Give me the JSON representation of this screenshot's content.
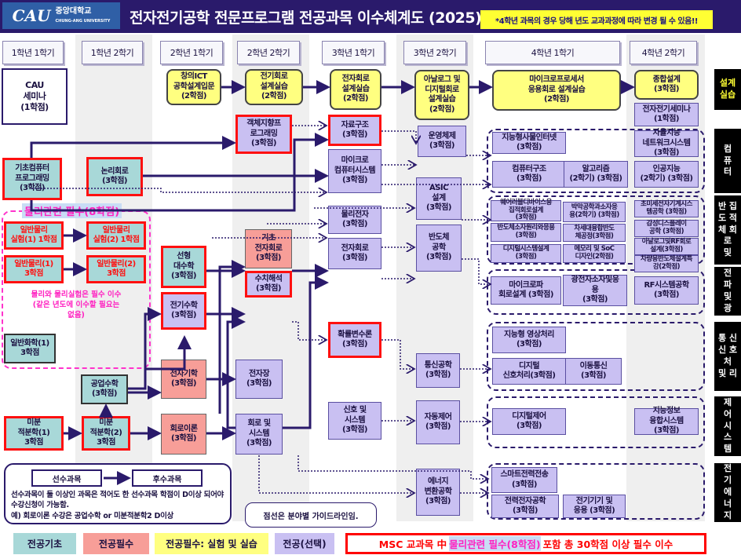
{
  "header": {
    "logo_mark": "CAU",
    "logo_name": "중앙대학교",
    "logo_sub": "CHUNG-ANG UNIVERSITY",
    "title": "전자전기공학 전문프로그램 전공과목 이수체계도 (2025)",
    "notice": "*4학년 과목의 경우 당해 년도 교과과정에 따라 변경 될 수 있음!!"
  },
  "semesters": [
    "1학년 1학기",
    "1학년 2학기",
    "2학년 1학기",
    "2학년 2학기",
    "3학년 1학기",
    "3학년 2학기",
    "4학년 1학기",
    "4학년 2학기"
  ],
  "courses": {
    "cau_seminar": {
      "text": "CAU\n세미나\n(1학점)",
      "type": "seminar"
    },
    "ict_design": {
      "text": "창의ICT\n공학설계입문\n(2학점)",
      "type": "lab"
    },
    "circuit_lab": {
      "text": "전기회로\n설계실습\n(2학점)",
      "type": "lab"
    },
    "electronic_lab": {
      "text": "전자회로\n설계실습\n(2학점)",
      "type": "lab"
    },
    "analog_digital_lab": {
      "text": "아날로그 및\n디지털회로\n설계실습\n(2학점)",
      "type": "lab"
    },
    "microprocessor_lab": {
      "text": "마이크로프로세서\n응용회로 설계실습\n(2학점)",
      "type": "lab"
    },
    "capstone": {
      "text": "종합설계\n(3학점)",
      "type": "lab"
    },
    "ee_seminar": {
      "text": "전자전기세미나\n(1학점)",
      "type": "elective"
    },
    "oop": {
      "text": "객체지향프\n로그래밍\n(3학점)",
      "type": "elective",
      "red": true
    },
    "data_structure": {
      "text": "자료구조\n(3학점)",
      "type": "elective",
      "red": true
    },
    "os": {
      "text": "운영체제\n(3학점)",
      "type": "elective"
    },
    "microcomputer": {
      "text": "마이크로\n컴퓨터시스템\n(3학점)",
      "type": "elective"
    },
    "basic_programming": {
      "text": "기초컴퓨터\n프로그래밍\n(3학점)",
      "type": "basic",
      "red": true
    },
    "logic_circuit": {
      "text": "논리회로\n(3학점)",
      "type": "basic",
      "red": true
    },
    "asic": {
      "text": "ASIC\n설계\n(3학점)",
      "type": "elective"
    },
    "physical_electronics": {
      "text": "물리전자\n(3학점)",
      "type": "elective"
    },
    "semiconductor": {
      "text": "반도체\n공학\n(3학점)",
      "type": "elective"
    },
    "electronic_circuit": {
      "text": "전자회로\n(3학점)",
      "type": "elective"
    },
    "basic_electronic_circuit": {
      "text": "기초\n전자회로\n(3학점)",
      "type": "required"
    },
    "numerical_analysis": {
      "text": "수치해석\n(3학점)",
      "type": "elective",
      "red": true
    },
    "linear_algebra": {
      "text": "선형\n대수학\n(3학점)",
      "type": "basic",
      "red": true
    },
    "electrical_math": {
      "text": "전기수학\n(3학점)",
      "type": "elective",
      "red": true
    },
    "physics_lab1": {
      "text": "일반물리\n실험(1) 1학점",
      "type": "basic",
      "red": true,
      "pink": true
    },
    "physics_lab2": {
      "text": "일반물리\n실험(2) 1학점",
      "type": "basic",
      "red": true,
      "pink": true
    },
    "physics1": {
      "text": "일반물리(1)\n3학점",
      "type": "basic",
      "red": true,
      "pink": true
    },
    "physics2": {
      "text": "일반물리(2)\n3학점",
      "type": "basic",
      "red": true,
      "pink": true
    },
    "chemistry1": {
      "text": "일반화학(1)\n3학점",
      "type": "basic"
    },
    "engineering_math": {
      "text": "공업수학\n(3학점)",
      "type": "basic"
    },
    "calculus1": {
      "text": "미분\n적분학(1)\n3학점",
      "type": "basic",
      "red": true
    },
    "calculus2": {
      "text": "미분\n적분학(2)\n3학점",
      "type": "basic",
      "red": true
    },
    "electromagnetics": {
      "text": "전자기학\n(3학점)",
      "type": "required"
    },
    "circuit_theory": {
      "text": "회로이론\n(3학점)",
      "type": "required"
    },
    "em_fields": {
      "text": "전자장\n(3학점)",
      "type": "elective"
    },
    "circuits_systems": {
      "text": "회로 및\n시스템\n(3학점)",
      "type": "elective"
    },
    "probability": {
      "text": "확률변수론\n(3학점)",
      "type": "elective",
      "red": true
    },
    "signals_systems": {
      "text": "신호 및\n시스템\n(3학점)",
      "type": "elective"
    },
    "communication": {
      "text": "통신공학\n(3학점)",
      "type": "elective"
    },
    "automatic_control": {
      "text": "자동제어\n(3학점)",
      "type": "elective"
    },
    "energy_conversion": {
      "text": "에너지\n변환공학\n(3학점)",
      "type": "elective"
    },
    "iot": {
      "text": "지능형사물인터넷\n(3학점)",
      "type": "elective"
    },
    "autonomous_network": {
      "text": "자율지능\n네트워크시스템\n(3학점)",
      "type": "elective"
    },
    "computer_architecture": {
      "text": "컴퓨터구조\n(3학점)",
      "type": "elective"
    },
    "algorithm": {
      "text": "알고리즘\n(2학기) (3학점)",
      "type": "elective"
    },
    "ai": {
      "text": "인공지능\n(2학기) (3학점)",
      "type": "elective"
    },
    "wearable_ic": {
      "text": "웨어러블디바이스용\n집적회로설계\n(3학점)",
      "type": "elective",
      "small": true
    },
    "thin_film": {
      "text": "박막공학과소자응\n용(2학기) (3학점)",
      "type": "elective",
      "small": true
    },
    "nano_mems": {
      "text": "초미세전자기계시스\n템공학 (3학점)",
      "type": "elective",
      "small": true
    },
    "semiconductor_device": {
      "text": "반도체소자원리와응용\n(3학점)",
      "type": "elective",
      "small": true
    },
    "next_gen_process": {
      "text": "차세대융합반도\n체공정(3학점)",
      "type": "elective",
      "small": true
    },
    "display": {
      "text": "감성디스플레이\n공학 (3학점)",
      "type": "elective",
      "small": true
    },
    "digital_system_design": {
      "text": "디지털시스템설계\n(3학점)",
      "type": "elective",
      "small": true
    },
    "memory_soc": {
      "text": "메모리 및 SoC\n디자인(2학점)",
      "type": "elective",
      "small": true
    },
    "analog_rf": {
      "text": "아날로그및RF회로\n설계(3학점)",
      "type": "elective",
      "small": true
    },
    "automotive_semi": {
      "text": "차량용반도체설계특\n강(2학점)",
      "type": "elective",
      "small": true
    },
    "microwave": {
      "text": "마이크로파\n회로설계 (3학점)",
      "type": "elective"
    },
    "optoelectronics": {
      "text": "광전자소자및응\n용\n(3학점)",
      "type": "elective"
    },
    "rf_system": {
      "text": "RF시스템공학\n(3학점)",
      "type": "elective"
    },
    "image_processing": {
      "text": "지능형 영상처리\n(3학점)",
      "type": "elective"
    },
    "dsp": {
      "text": "디지털\n신호처리(3학점)",
      "type": "elective"
    },
    "mobile_comm": {
      "text": "이동통신\n(3학점)",
      "type": "elective"
    },
    "digital_control": {
      "text": "디지털제어\n(3학점)",
      "type": "elective"
    },
    "intelligent_fusion": {
      "text": "지능정보\n융합시스템\n(3학점)",
      "type": "elective"
    },
    "smart_power": {
      "text": "스마트전력전송\n(3학점)",
      "type": "elective"
    },
    "power_electronics": {
      "text": "전력전자공학\n(3학점)",
      "type": "elective"
    },
    "electric_machines": {
      "text": "전기기기 및\n응용 (3학점)",
      "type": "elective"
    }
  },
  "tracks": [
    {
      "label": "설계\n실습",
      "color": "#ffff33"
    },
    {
      "label": "컴\n퓨\n터",
      "color": "#ffffff"
    },
    {
      "label": "반  집\n도  적\n체  회\n    로\n및",
      "color": "#ffffff"
    },
    {
      "label": "전\n파\n및\n광",
      "color": "#ffffff"
    },
    {
      "label": "통 신\n신 호\n  처\n및 리",
      "color": "#ffffff"
    },
    {
      "label": "제\n어\n시\n스\n템",
      "color": "#ffffff"
    },
    {
      "label": "전\n기\n에\n너\n지",
      "color": "#ffffff"
    }
  ],
  "physics_group": {
    "title": "물리관련 필수(8학점)",
    "note": "물리와 물리실험은 필수 이수\n(같은 년도에 이수할 필요는\n없음)"
  },
  "legend": {
    "prereq": "선수과목",
    "postreq": "후수과목",
    "text": "선수과목이 둘 이상인 과목은 적어도 한 선수과목 학점이 D이상 되어야 수강신청이 가능함.\n예) 회로이론 수강은 공업수학 or 미분적분학2 D이상",
    "dotted_note": "점선은 분야별 가이드라인임.",
    "categories": [
      {
        "label": "전공기초",
        "color": "#a8d8d8"
      },
      {
        "label": "전공필수",
        "color": "#f79e98"
      },
      {
        "label": "전공필수: 실험 및 실습",
        "color": "#ffff80"
      },
      {
        "label": "전공(선택)",
        "color": "#c9c0f2"
      }
    ],
    "msc_prefix": "MSC 교과목 中",
    "msc_highlight": "물리관련 필수(8학점)",
    "msc_suffix": "포함 총 30학점 이상 필수 이수"
  }
}
